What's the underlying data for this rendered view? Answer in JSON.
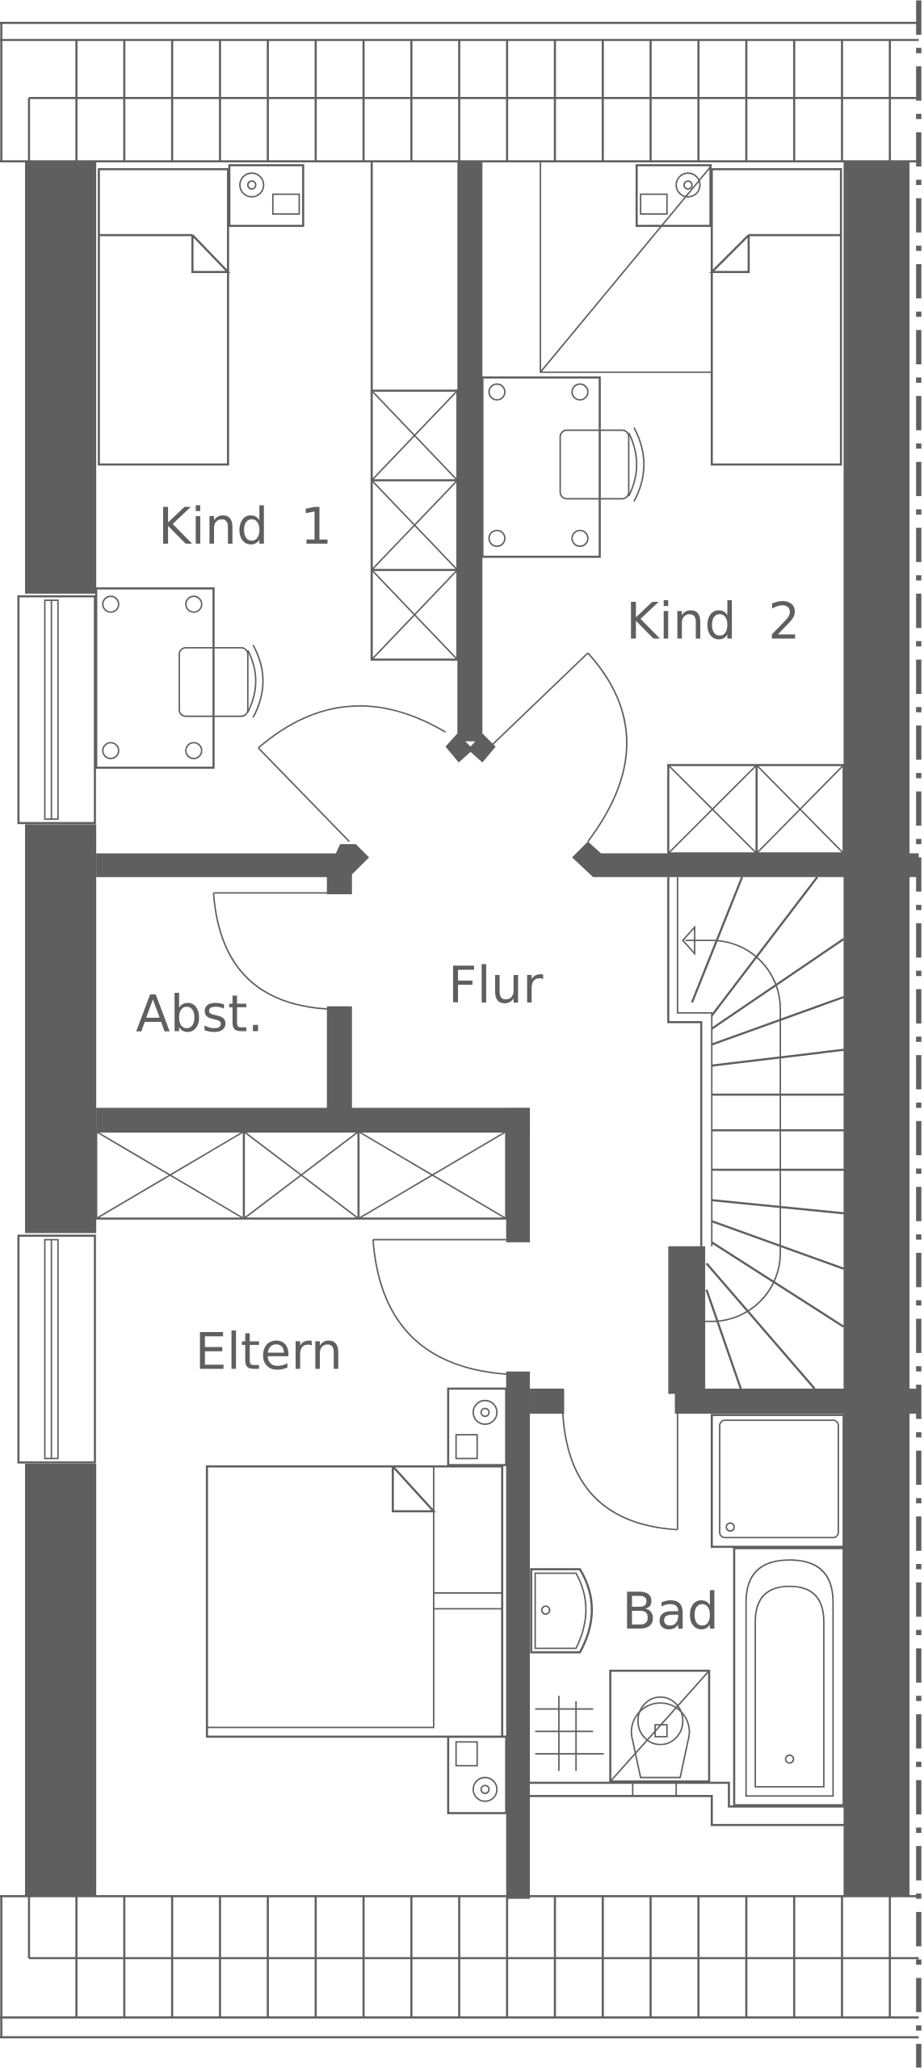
{
  "plan": {
    "rooms": {
      "kind1": "Kind  1",
      "kind2": "Kind  2",
      "abstell": "Abst.",
      "flur": "Flur",
      "eltern": "Eltern",
      "bad": "Bad"
    },
    "colors": {
      "line": "#5f5f5f",
      "background": "#ffffff"
    }
  }
}
